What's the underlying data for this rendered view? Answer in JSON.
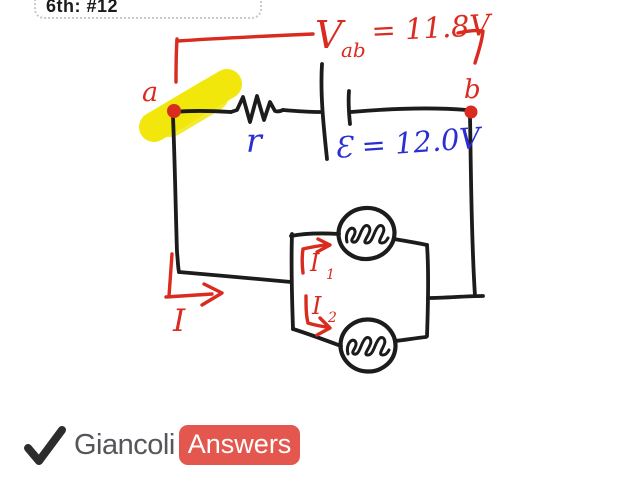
{
  "colors": {
    "ink": "#1c1c1c",
    "annotation_red": "#d92b1f",
    "annotation_blue": "#2b2ed2",
    "highlight_yellow": "#f2e60c",
    "badge_red": "#e4574e",
    "brand_gray": "#54565a",
    "tab_border_gray": "#c9c9c9"
  },
  "header": {
    "problem_tab": "6th: #12"
  },
  "diagram": {
    "voltage": {
      "symbol": "V",
      "subscript": "ab",
      "value": "= 11.8V"
    },
    "emf_label": "Ɛ = 12.0V",
    "resistor_label": "r",
    "node_a": "a",
    "node_b": "b",
    "current_total": "I",
    "current_1": {
      "symbol": "I",
      "subscript": "1"
    },
    "current_2": {
      "symbol": "I",
      "subscript": "2"
    }
  },
  "footer": {
    "brand": "Giancoli",
    "badge": "Answers"
  }
}
